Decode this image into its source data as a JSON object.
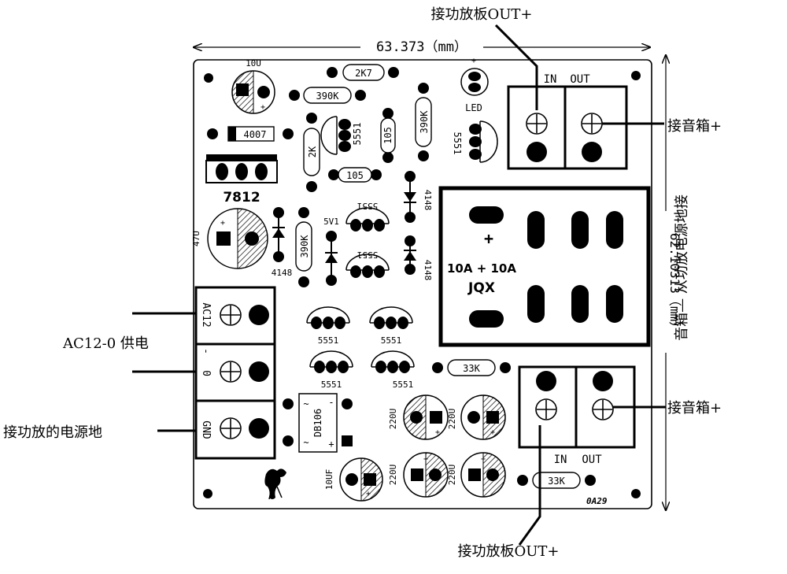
{
  "dims": {
    "width": "63.373（mm）",
    "height": "62.10313（mm）"
  },
  "callouts": {
    "top_out": "接功放板OUT+",
    "bottom_out": "接功放板OUT+",
    "speaker_plus_1": "接音箱+",
    "speaker_plus_2": "接音箱+",
    "speaker_minus": "音箱— 从功放电源地接",
    "ac_supply": "AC12-0 供电",
    "amp_ground": "接功放的电源地"
  },
  "terminals": {
    "in": "IN",
    "out": "OUT",
    "ac12": "AC12",
    "dash": "-",
    "zero": "0",
    "gnd": "GND"
  },
  "components": {
    "c10u": "10U",
    "r2k7": "2K7",
    "r390k_a": "390K",
    "r390k_b": "390K",
    "r390k_c": "390K",
    "d4007": "4007",
    "reg7812": "7812",
    "c47u": "47U",
    "r2k": "2K",
    "q5551_a": "5551",
    "c105_a": "105",
    "c105_b": "105",
    "led": "LED",
    "q5551_b": "5551",
    "d4148_a": "4148",
    "d4148_b": "4148",
    "d4148_c": "4148",
    "z5v1": "5V1",
    "q5551_c": "5551",
    "q5551_d": "5551",
    "q5551_e": "5551",
    "q5551_f": "5551",
    "q5551_g": "5551",
    "q5551_h": "5551",
    "relay_rating": "10A + 10A",
    "relay_name": "JQX",
    "r33k_a": "33K",
    "r33k_b": "33K",
    "bridge": "DB106",
    "c220u_a": "220U",
    "c220u_b": "220U",
    "c220u_c": "220U",
    "c220u_d": "220U",
    "c10uf": "10UF",
    "board_code": "0A29"
  },
  "polarity": {
    "plus": "+",
    "minus": "-",
    "ac": "~"
  }
}
